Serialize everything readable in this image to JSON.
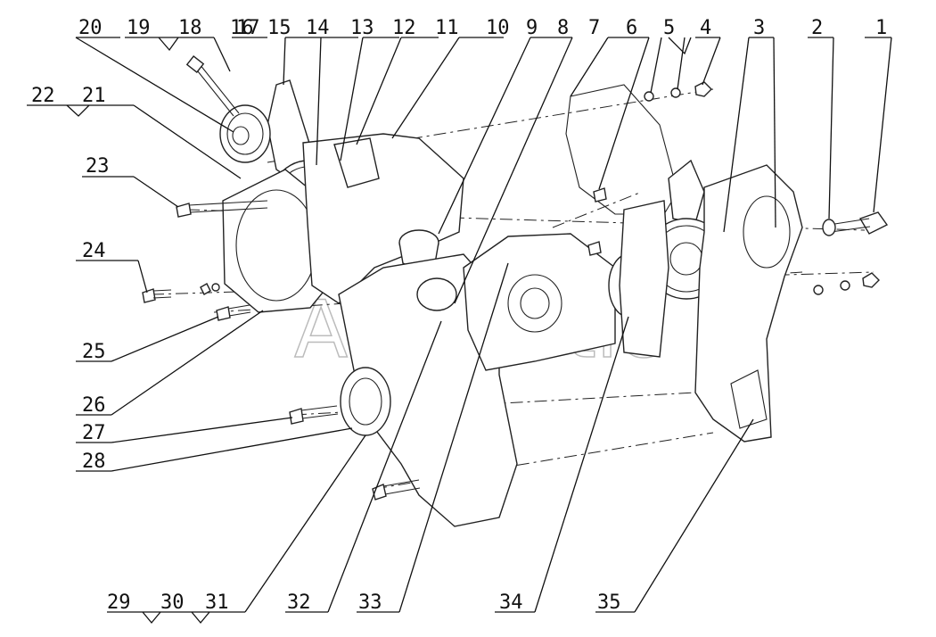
{
  "watermark": "Autozotic",
  "callouts": [
    {
      "id": "c1",
      "text": "1"
    },
    {
      "id": "c2",
      "text": "2"
    },
    {
      "id": "c3",
      "text": "3"
    },
    {
      "id": "c4",
      "text": "4"
    },
    {
      "id": "c5",
      "text": "5"
    },
    {
      "id": "c6",
      "text": "6"
    },
    {
      "id": "c7",
      "text": "7"
    },
    {
      "id": "c8",
      "text": "8"
    },
    {
      "id": "c9",
      "text": "9"
    },
    {
      "id": "c10",
      "text": "10"
    },
    {
      "id": "c11",
      "text": "11"
    },
    {
      "id": "c12",
      "text": "12"
    },
    {
      "id": "c13",
      "text": "13"
    },
    {
      "id": "c14",
      "text": "14"
    },
    {
      "id": "c15",
      "text": "15"
    },
    {
      "id": "c16",
      "text": "16"
    },
    {
      "id": "c17",
      "text": "17"
    },
    {
      "id": "c18",
      "text": "18"
    },
    {
      "id": "c19",
      "text": "19"
    },
    {
      "id": "c20",
      "text": "20"
    },
    {
      "id": "c21",
      "text": "21"
    },
    {
      "id": "c22",
      "text": "22"
    },
    {
      "id": "c23",
      "text": "23"
    },
    {
      "id": "c24",
      "text": "24"
    },
    {
      "id": "c25",
      "text": "25"
    },
    {
      "id": "c26",
      "text": "26"
    },
    {
      "id": "c27",
      "text": "27"
    },
    {
      "id": "c28",
      "text": "28"
    },
    {
      "id": "c29",
      "text": "29"
    },
    {
      "id": "c30",
      "text": "30"
    },
    {
      "id": "c31",
      "text": "31"
    },
    {
      "id": "c32",
      "text": "32"
    },
    {
      "id": "c33",
      "text": "33"
    },
    {
      "id": "c34",
      "text": "34"
    },
    {
      "id": "c35",
      "text": "35"
    }
  ]
}
